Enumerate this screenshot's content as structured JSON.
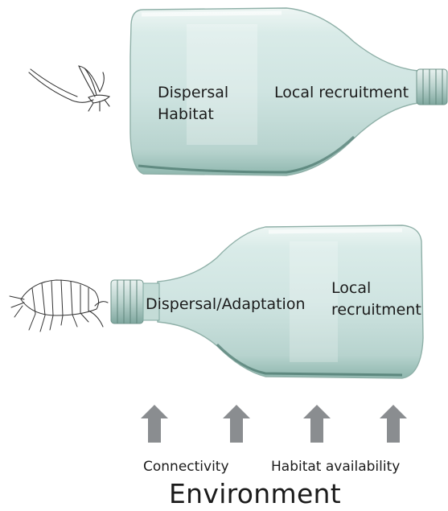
{
  "top_bottle": {
    "left_label_line1": "Dispersal",
    "left_label_line2": "Habitat",
    "right_label": "Local recruitment",
    "organism_icon": "mayfly-icon"
  },
  "bottom_bottle": {
    "left_label": "Dispersal/Adaptation",
    "right_label_line1": "Local",
    "right_label_line2": "recruitment",
    "organism_icon": "amphipod-icon"
  },
  "arrows": {
    "count": 4,
    "color": "#8a8d90",
    "direction": "up"
  },
  "captions": {
    "connectivity": "Connectivity",
    "habitat_availability": "Habitat availability",
    "environment": "Environment"
  },
  "colors": {
    "glass": "#d2e6e3",
    "glass_edge": "#2f5f54",
    "arrow": "#8a8d90"
  }
}
